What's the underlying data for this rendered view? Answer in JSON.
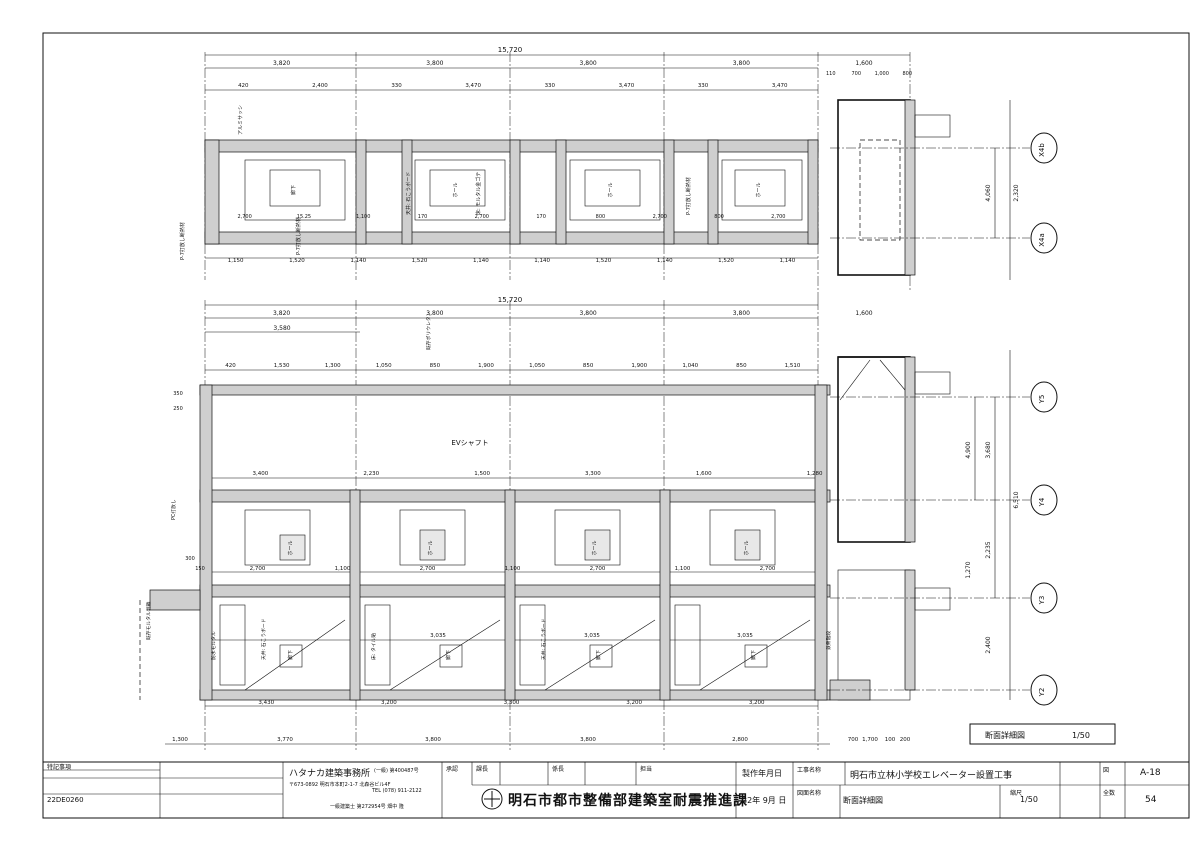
{
  "legend_box": {
    "title": "断面詳細図",
    "scale": "1/50"
  },
  "title_block": {
    "notes_label": "特記事項",
    "doc_code": "22DE0260",
    "office_name": "ハタナカ建築事務所",
    "office_reg": "(一級) 第400487号",
    "office_address": "〒673-0892 明石市本町2-1-7 北森谷ビル4F",
    "office_tel": "TEL (078) 911-2122",
    "architect_reg": "一級建築士 第272954号 畑中 隆",
    "check_labels": [
      "承認",
      "課長",
      "係長",
      "担当"
    ],
    "authority": "明石市都市整備部建築室耐震推進課",
    "date_label": "製作年月日",
    "date_value": "22年 9月 日",
    "project_label": "工事名称",
    "project_name": "明石市立林小学校エレベーター設置工事",
    "drawing_label": "図面名称",
    "drawing_name": "断面詳細図",
    "scale_label": "縮尺",
    "scale_value": "1/50",
    "number_label": "図",
    "number_value": "A-18",
    "total_label": "全数",
    "total_value": "54"
  },
  "grid_axes": [
    "X4b",
    "X4a",
    "Y5",
    "Y4",
    "Y3",
    "Y2"
  ],
  "top_plan": {
    "overall": "15,720",
    "spans": [
      "3,820",
      "3,800",
      "3,800",
      "3,800",
      "1,600"
    ],
    "right_dims": [
      "110",
      "700",
      "1,000",
      "800"
    ],
    "sub_dims": [
      "420",
      "2,400",
      "330",
      "3,470",
      "330",
      "3,470",
      "330",
      "3,470"
    ],
    "bottom_dims": [
      "1,150",
      "1,520",
      "1,140",
      "1,520",
      "1,140",
      "1,140",
      "1,520",
      "1,140",
      "1,520",
      "1,140"
    ],
    "inner_dims": [
      "2,700",
      "15.25",
      "1,100",
      "170",
      "2,700",
      "170",
      "800",
      "2,700",
      "800",
      "2,700"
    ],
    "room_labels": [
      "廊下",
      "ホール",
      "ホール",
      "ホール"
    ],
    "vertical_dims": [
      "4,060",
      "2,320"
    ],
    "notes": [
      "P-7打放し断熱材",
      "アルミサッシ",
      "P-7打放し断熱材",
      "天井: 石こうボード",
      "床: モルタル金ゴテ",
      "P-7打放し断熱材"
    ]
  },
  "section": {
    "overall": "15,720",
    "spans": [
      "3,820",
      "3,800",
      "3,800",
      "3,800",
      "1,600"
    ],
    "sub": [
      "3,580"
    ],
    "upper_dims": [
      "420",
      "1,530",
      "1,300",
      "1,050",
      "850",
      "1,900",
      "1,050",
      "850",
      "1,900",
      "1,040",
      "850",
      "1,510"
    ],
    "ev_label": "EVシャフト",
    "mid_dims": [
      "3,400",
      "2,230",
      "1,500",
      "3,300",
      "1,600",
      "1,280"
    ],
    "floor_dims": [
      "2,700",
      "1,100",
      "2,700",
      "1,100",
      "2,700",
      "1,100",
      "2,700"
    ],
    "lower_dims": [
      "3,035",
      "3,035",
      "3,035"
    ],
    "room_labels": [
      "ホール",
      "ホール",
      "ホール",
      "ホール",
      "廊下",
      "廊下",
      "廊下",
      "廊下"
    ],
    "bottom_dims": [
      "3,430",
      "3,200",
      "3,300",
      "3,200",
      "3,200"
    ],
    "base_dims": [
      "1,300",
      "3,770",
      "3,800",
      "3,800",
      "2,800",
      "700",
      "1,700",
      "100",
      "200"
    ],
    "vertical_dims": [
      "4,900",
      "3,680",
      "6,510",
      "2,235",
      "1,270",
      "2,400"
    ],
    "edge_dims": [
      "350",
      "250",
      "300",
      "150"
    ],
    "notes": [
      "既存モルタル剥離",
      "PC打放し",
      "防水モルタル",
      "天井: 石こうボード",
      "床: タイル貼",
      "既存ポリウレタン",
      "天井: 石こうボード",
      "鉄骨階段"
    ]
  }
}
